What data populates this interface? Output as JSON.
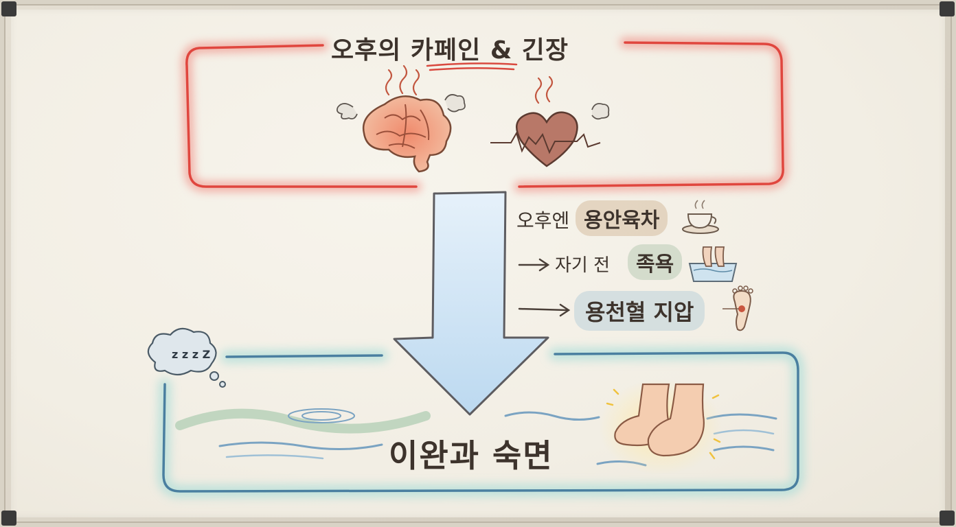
{
  "title": {
    "prefix": "오후의 ",
    "highlight": "카페인",
    "suffix": " & 긴장"
  },
  "remedies": {
    "step1_prefix": "오후엔",
    "step1_pill": "용안육차",
    "step2_prefix": "자기 전",
    "step2_pill": "족욕",
    "step3_pill": "용천혈 지압"
  },
  "result": "이완과 숙면",
  "sleep_text": "z z z Z",
  "colors": {
    "tension_border": "#e0463e",
    "calm_border": "#5a8aa6",
    "arrow_fill": "#cfe4f3",
    "ink": "#3d332c"
  },
  "icons": [
    "brain-icon",
    "heart-icon",
    "tea-cup-icon",
    "foot-bath-icon",
    "foot-acupoint-icon",
    "sleep-cloud-icon",
    "feet-icon",
    "steam-icon"
  ]
}
